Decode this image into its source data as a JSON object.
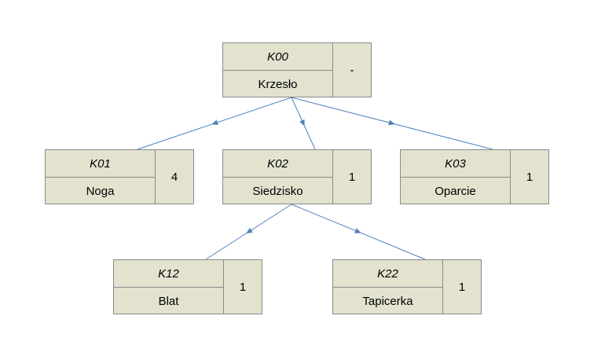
{
  "diagram": {
    "line_color": "#4f81bd",
    "box_fill": "#e2e2cf",
    "nodes": {
      "k00": {
        "code": "K00",
        "name": "Krzesło",
        "qty": "-"
      },
      "k01": {
        "code": "K01",
        "name": "Noga",
        "qty": "4"
      },
      "k02": {
        "code": "K02",
        "name": "Siedzisko",
        "qty": "1"
      },
      "k03": {
        "code": "K03",
        "name": "Oparcie",
        "qty": "1"
      },
      "k12": {
        "code": "K12",
        "name": "Blat",
        "qty": "1"
      },
      "k22": {
        "code": "K22",
        "name": "Tapicerka",
        "qty": "1"
      }
    },
    "edges": [
      {
        "from": "k00",
        "to": "k01"
      },
      {
        "from": "k00",
        "to": "k02"
      },
      {
        "from": "k00",
        "to": "k03"
      },
      {
        "from": "k02",
        "to": "k12"
      },
      {
        "from": "k02",
        "to": "k22"
      }
    ]
  }
}
